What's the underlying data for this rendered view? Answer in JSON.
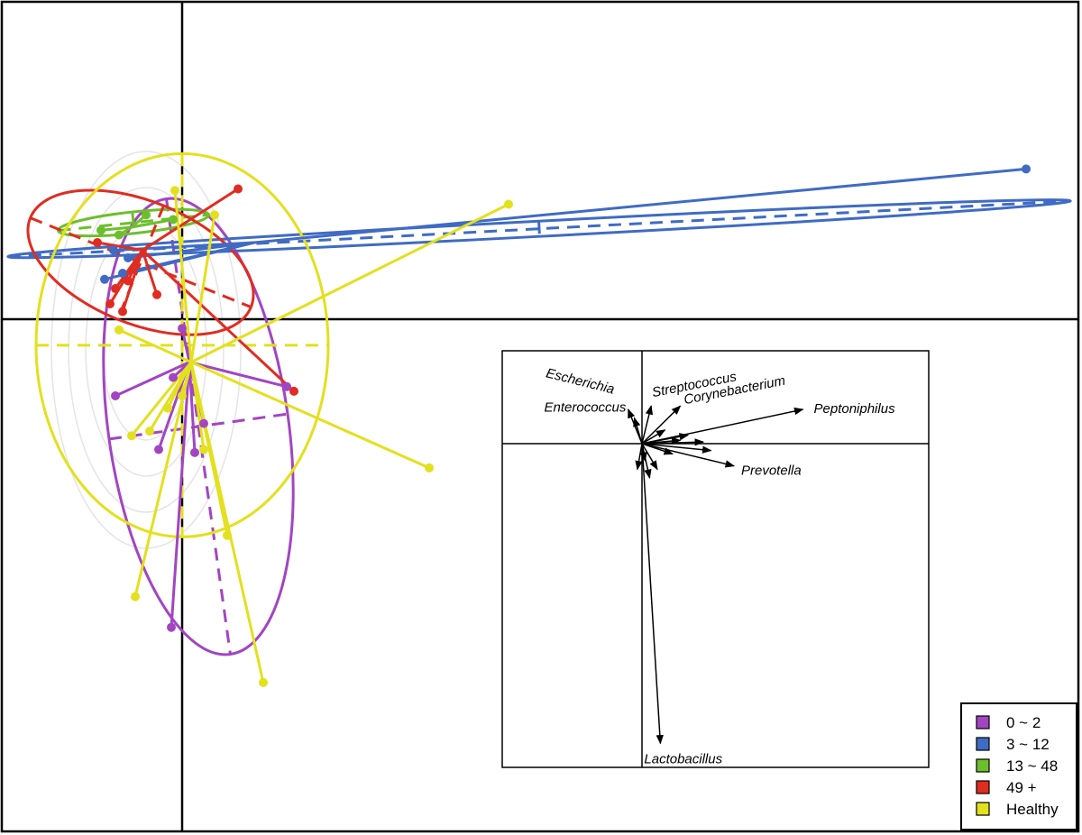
{
  "chart_data": {
    "type": "scatter",
    "title": "",
    "xlabel": "",
    "ylabel": "",
    "main_plot": {
      "xlim": [
        -1,
        5
      ],
      "ylim": [
        -3.5,
        2.0
      ],
      "axes_at_zero": true,
      "groups": [
        {
          "name": "0 ~ 2",
          "color": "#a245c2",
          "centroid": [
            0.04,
            -0.28
          ],
          "ellipse": {
            "cx": 0.09,
            "cy": -0.7,
            "rx": 0.5,
            "ry": 1.5,
            "angle": -8
          },
          "points": [
            [
              -0.37,
              -0.5
            ],
            [
              -0.13,
              -0.85
            ],
            [
              -0.05,
              -0.38
            ],
            [
              0.07,
              -0.87
            ],
            [
              -0.06,
              -2.01
            ],
            [
              0.12,
              -0.68
            ],
            [
              0.58,
              -0.44
            ],
            [
              0.0,
              -0.06
            ]
          ]
        },
        {
          "name": "3 ~ 12",
          "color": "#3f6bc4",
          "centroid": [
            0.4,
            0.5
          ],
          "ellipse": {
            "cx": 1.98,
            "cy": 0.59,
            "rx": 2.95,
            "ry": 0.05,
            "angle": -3
          },
          "points": [
            [
              4.68,
              0.98
            ],
            [
              -0.43,
              0.26
            ],
            [
              -0.33,
              0.3
            ],
            [
              -0.38,
              0.45
            ],
            [
              -0.3,
              0.4
            ]
          ]
        },
        {
          "name": "13 ~ 48",
          "color": "#6cbf2c",
          "centroid": [
            -0.28,
            0.6
          ],
          "ellipse": {
            "cx": -0.27,
            "cy": 0.63,
            "rx": 0.42,
            "ry": 0.07,
            "angle": -6
          },
          "points": [
            [
              -0.45,
              0.58
            ],
            [
              -0.2,
              0.68
            ],
            [
              -0.05,
              0.65
            ],
            [
              -0.35,
              0.55
            ]
          ]
        },
        {
          "name": "49 +",
          "color": "#e02c21",
          "centroid": [
            -0.22,
            0.45
          ],
          "ellipse": {
            "cx": -0.23,
            "cy": 0.37,
            "rx": 0.66,
            "ry": 0.4,
            "angle": 22
          },
          "points": [
            [
              0.31,
              0.85
            ],
            [
              -0.47,
              0.5
            ],
            [
              -0.37,
              0.2
            ],
            [
              -0.4,
              0.1
            ],
            [
              -0.33,
              0.05
            ],
            [
              -0.14,
              0.16
            ],
            [
              0.62,
              -0.47
            ],
            [
              -0.3,
              0.25
            ]
          ]
        },
        {
          "name": "Healthy",
          "color": "#e3e01e",
          "centroid": [
            0.05,
            -0.28
          ],
          "ellipse": {
            "cx": 0.0,
            "cy": -0.17,
            "rx": 0.81,
            "ry": 1.25,
            "angle": 0
          },
          "points": [
            [
              1.81,
              0.75
            ],
            [
              -0.04,
              0.84
            ],
            [
              0.18,
              0.68
            ],
            [
              -0.35,
              -0.07
            ],
            [
              -0.28,
              -0.76
            ],
            [
              -0.18,
              -0.73
            ],
            [
              -0.08,
              -0.58
            ],
            [
              0.25,
              -1.41
            ],
            [
              -0.26,
              -1.81
            ],
            [
              0.45,
              -2.37
            ],
            [
              1.37,
              -0.97
            ],
            [
              0.0,
              -0.5
            ],
            [
              0.12,
              -0.85
            ]
          ]
        }
      ]
    },
    "inset_biplot": {
      "xlim": [
        -1,
        2
      ],
      "ylim": [
        -2,
        0.5
      ],
      "vectors": [
        {
          "name": "Escherichia",
          "x": -0.09,
          "y": 0.2
        },
        {
          "name": "Enterococcus",
          "x": -0.05,
          "y": 0.15
        },
        {
          "name": "Streptococcus",
          "x": 0.06,
          "y": 0.22
        },
        {
          "name": "Corynebacterium",
          "x": 0.25,
          "y": 0.22
        },
        {
          "name": "Peptoniphilus",
          "x": 1.05,
          "y": 0.2
        },
        {
          "name": "Prevotella",
          "x": 0.6,
          "y": -0.13
        },
        {
          "name": "Lactobacillus",
          "x": 0.12,
          "y": -1.75
        }
      ],
      "minor_vectors": [
        [
          0.3,
          0.05
        ],
        [
          0.4,
          0.01
        ],
        [
          0.45,
          -0.04
        ],
        [
          0.2,
          -0.06
        ],
        [
          0.15,
          0.08
        ],
        [
          0.1,
          -0.15
        ],
        [
          0.05,
          -0.2
        ],
        [
          -0.03,
          -0.15
        ],
        [
          0.02,
          -0.1
        ],
        [
          0.25,
          0.02
        ]
      ]
    },
    "legend": {
      "position": "bottom-right",
      "entries": [
        {
          "label": "0 ~ 2",
          "color": "#a245c2"
        },
        {
          "label": "3 ~ 12",
          "color": "#3f6bc4"
        },
        {
          "label": "13 ~ 48",
          "color": "#6cbf2c"
        },
        {
          "label": "49 +",
          "color": "#e02c21"
        },
        {
          "label": "Healthy",
          "color": "#e3e01e"
        }
      ]
    }
  }
}
